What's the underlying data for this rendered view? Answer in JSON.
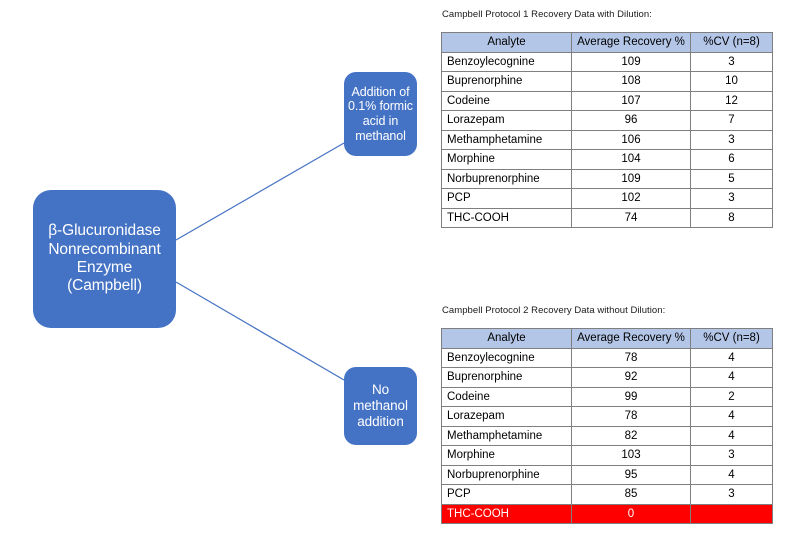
{
  "diagram": {
    "root_node": {
      "label": "β-Glucuronidase\nNonrecombinant\nEnzyme\n(Campbell)",
      "color": "#4472C4"
    },
    "branches": [
      {
        "label": "Addition of\n0.1% formic\nacid in\nmethanol",
        "color": "#4472C4"
      },
      {
        "label": "No\nmethanol\naddition",
        "color": "#4472C4"
      }
    ],
    "connector_color": "#4472C4"
  },
  "tables": [
    {
      "caption": "Campbell Protocol 1 Recovery Data with Dilution:",
      "header_color": "#B4C6E7",
      "columns": [
        "Analyte",
        "Average Recovery %",
        "%CV (n=8)"
      ],
      "rows": [
        {
          "analyte": "Benzoylecognine",
          "recovery": "109",
          "cv": "3",
          "highlight": false
        },
        {
          "analyte": "Buprenorphine",
          "recovery": "108",
          "cv": "10",
          "highlight": false
        },
        {
          "analyte": "Codeine",
          "recovery": "107",
          "cv": "12",
          "highlight": false
        },
        {
          "analyte": "Lorazepam",
          "recovery": "96",
          "cv": "7",
          "highlight": false
        },
        {
          "analyte": "Methamphetamine",
          "recovery": "106",
          "cv": "3",
          "highlight": false
        },
        {
          "analyte": "Morphine",
          "recovery": "104",
          "cv": "6",
          "highlight": false
        },
        {
          "analyte": "Norbuprenorphine",
          "recovery": "109",
          "cv": "5",
          "highlight": false
        },
        {
          "analyte": "PCP",
          "recovery": "102",
          "cv": "3",
          "highlight": false
        },
        {
          "analyte": "THC-COOH",
          "recovery": "74",
          "cv": "8",
          "highlight": false
        }
      ]
    },
    {
      "caption": "Campbell Protocol 2 Recovery Data without Dilution:",
      "header_color": "#B4C6E7",
      "highlight_color": "#FF0000",
      "columns": [
        "Analyte",
        "Average Recovery %",
        "%CV (n=8)"
      ],
      "rows": [
        {
          "analyte": "Benzoylecognine",
          "recovery": "78",
          "cv": "4",
          "highlight": false
        },
        {
          "analyte": "Buprenorphine",
          "recovery": "92",
          "cv": "4",
          "highlight": false
        },
        {
          "analyte": "Codeine",
          "recovery": "99",
          "cv": "2",
          "highlight": false
        },
        {
          "analyte": "Lorazepam",
          "recovery": "78",
          "cv": "4",
          "highlight": false
        },
        {
          "analyte": "Methamphetamine",
          "recovery": "82",
          "cv": "4",
          "highlight": false
        },
        {
          "analyte": "Morphine",
          "recovery": "103",
          "cv": "3",
          "highlight": false
        },
        {
          "analyte": "Norbuprenorphine",
          "recovery": "95",
          "cv": "4",
          "highlight": false
        },
        {
          "analyte": "PCP",
          "recovery": "85",
          "cv": "3",
          "highlight": false
        },
        {
          "analyte": "THC-COOH",
          "recovery": "0",
          "cv": "",
          "highlight": true
        }
      ]
    }
  ]
}
